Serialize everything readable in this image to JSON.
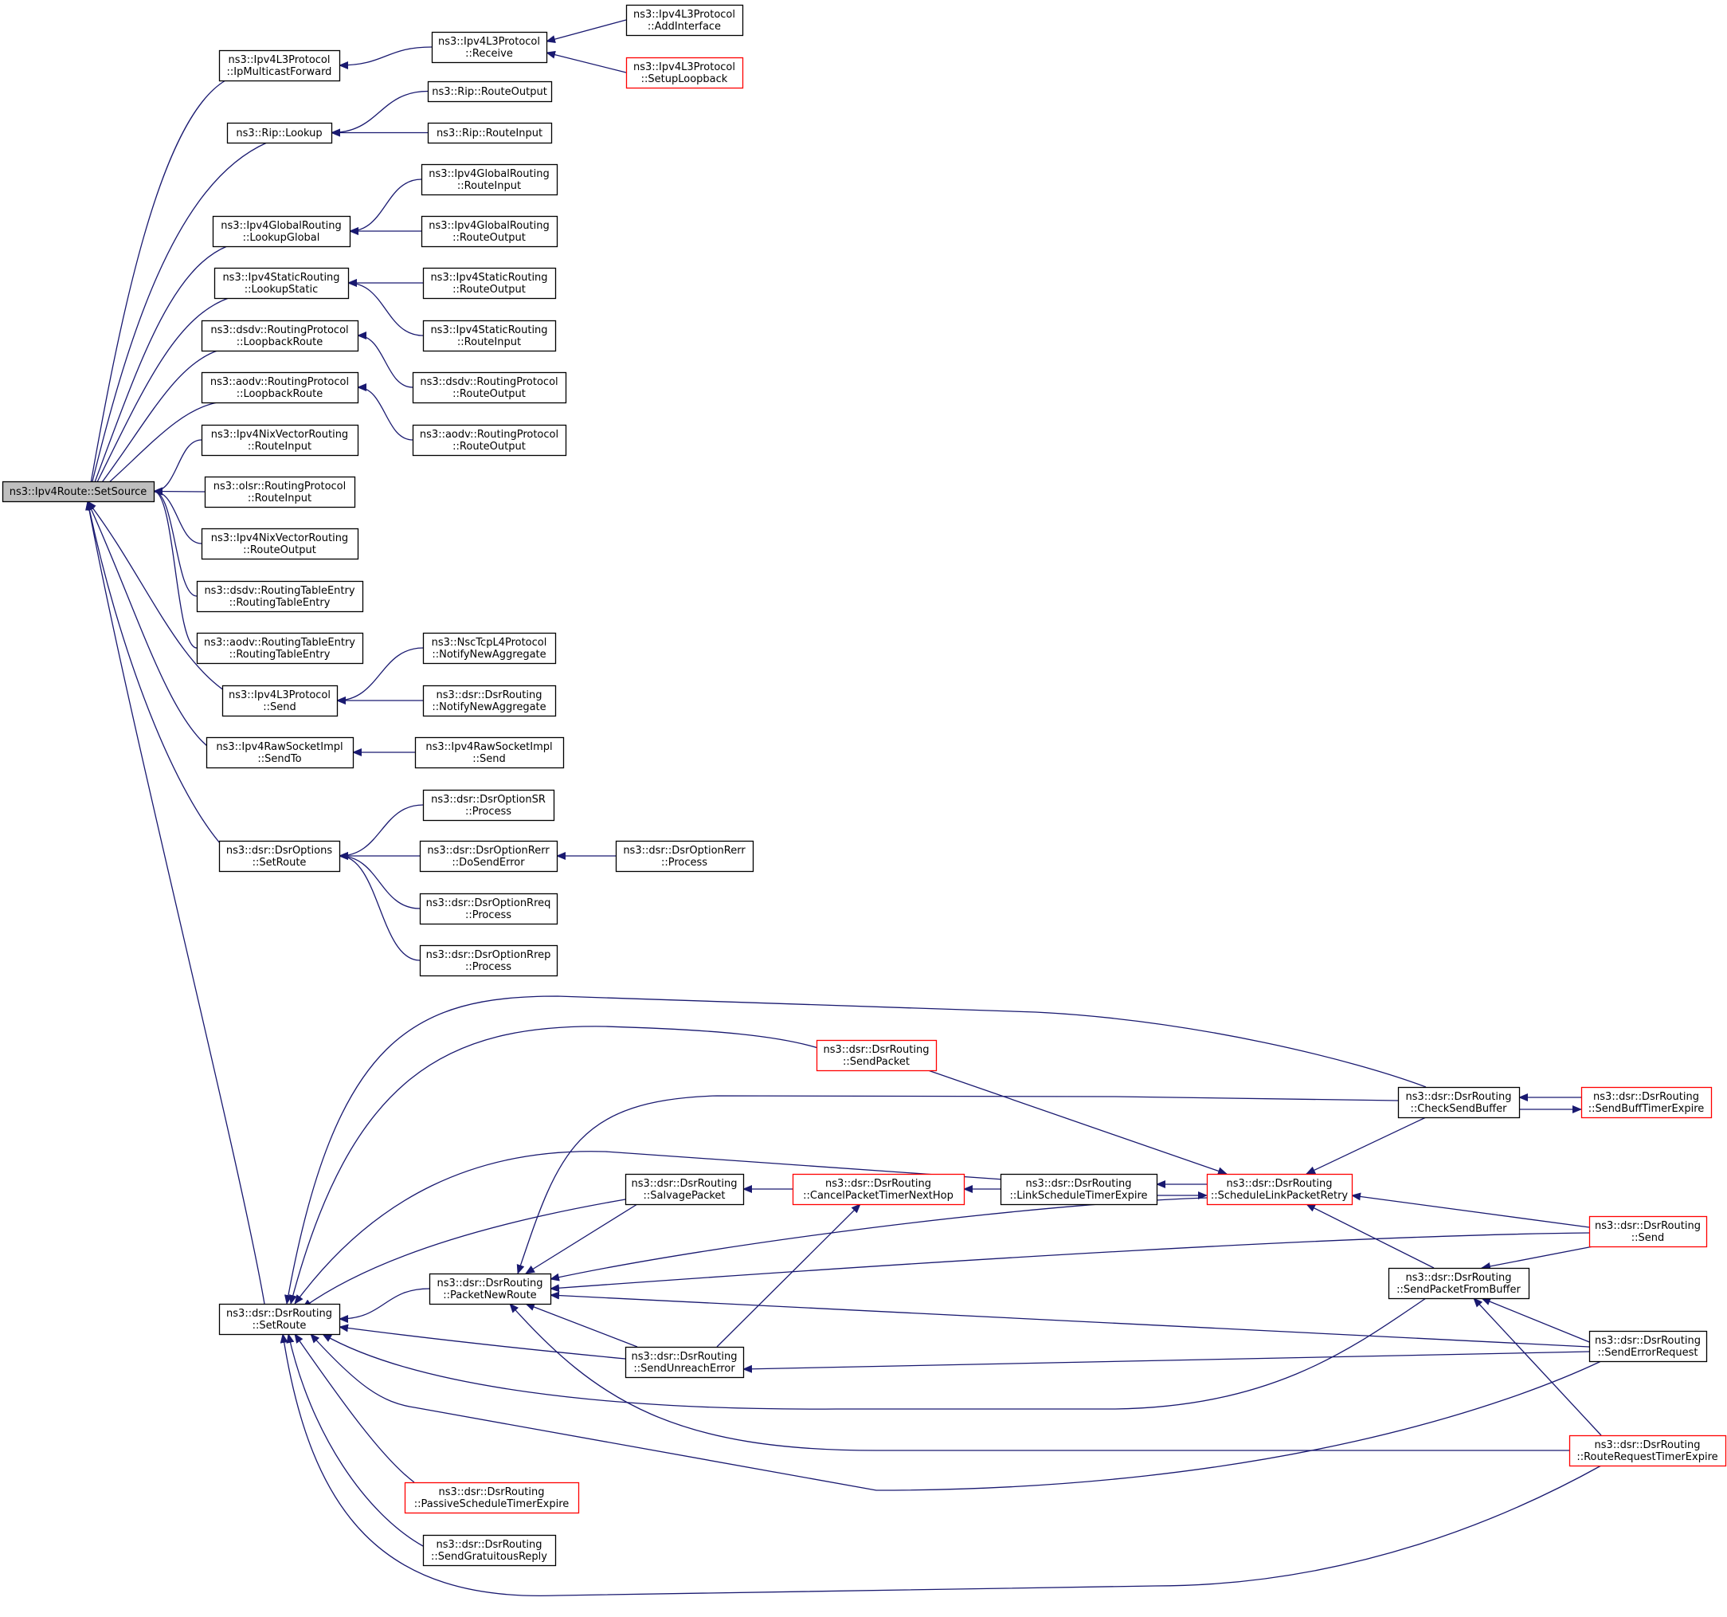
{
  "colors": {
    "edge": "#191970",
    "node_border": "#000000",
    "node_border_truncated": "#ff0000",
    "node_fill": "#ffffff",
    "root_fill": "#bfbfbf",
    "text": "#000000"
  },
  "nodes": [
    {
      "id": "root",
      "lines": [
        "ns3::Ipv4Route::SetSource"
      ],
      "kind": "root"
    },
    {
      "id": "ipmf",
      "lines": [
        "ns3::Ipv4L3Protocol",
        "::IpMulticastForward"
      ],
      "kind": "normal"
    },
    {
      "id": "l3recv",
      "lines": [
        "ns3::Ipv4L3Protocol",
        "::Receive"
      ],
      "kind": "normal"
    },
    {
      "id": "addif",
      "lines": [
        "ns3::Ipv4L3Protocol",
        "::AddInterface"
      ],
      "kind": "normal"
    },
    {
      "id": "setuplb",
      "lines": [
        "ns3::Ipv4L3Protocol",
        "::SetupLoopback"
      ],
      "kind": "truncated"
    },
    {
      "id": "riplookup",
      "lines": [
        "ns3::Rip::Lookup"
      ],
      "kind": "normal"
    },
    {
      "id": "ripout",
      "lines": [
        "ns3::Rip::RouteOutput"
      ],
      "kind": "normal"
    },
    {
      "id": "ripin",
      "lines": [
        "ns3::Rip::RouteInput"
      ],
      "kind": "normal"
    },
    {
      "id": "glookup",
      "lines": [
        "ns3::Ipv4GlobalRouting",
        "::LookupGlobal"
      ],
      "kind": "normal"
    },
    {
      "id": "gin",
      "lines": [
        "ns3::Ipv4GlobalRouting",
        "::RouteInput"
      ],
      "kind": "normal"
    },
    {
      "id": "gout",
      "lines": [
        "ns3::Ipv4GlobalRouting",
        "::RouteOutput"
      ],
      "kind": "normal"
    },
    {
      "id": "slookup",
      "lines": [
        "ns3::Ipv4StaticRouting",
        "::LookupStatic"
      ],
      "kind": "normal"
    },
    {
      "id": "sout",
      "lines": [
        "ns3::Ipv4StaticRouting",
        "::RouteOutput"
      ],
      "kind": "normal"
    },
    {
      "id": "sin",
      "lines": [
        "ns3::Ipv4StaticRouting",
        "::RouteInput"
      ],
      "kind": "normal"
    },
    {
      "id": "dsdvlb",
      "lines": [
        "ns3::dsdv::RoutingProtocol",
        "::LoopbackRoute"
      ],
      "kind": "normal"
    },
    {
      "id": "dsdvout",
      "lines": [
        "ns3::dsdv::RoutingProtocol",
        "::RouteOutput"
      ],
      "kind": "normal"
    },
    {
      "id": "aodvlb",
      "lines": [
        "ns3::aodv::RoutingProtocol",
        "::LoopbackRoute"
      ],
      "kind": "normal"
    },
    {
      "id": "aodvout",
      "lines": [
        "ns3::aodv::RoutingProtocol",
        "::RouteOutput"
      ],
      "kind": "normal"
    },
    {
      "id": "nixin",
      "lines": [
        "ns3::Ipv4NixVectorRouting",
        "::RouteInput"
      ],
      "kind": "normal"
    },
    {
      "id": "olsrin",
      "lines": [
        "ns3::olsr::RoutingProtocol",
        "::RouteInput"
      ],
      "kind": "normal"
    },
    {
      "id": "nixout",
      "lines": [
        "ns3::Ipv4NixVectorRouting",
        "::RouteOutput"
      ],
      "kind": "normal"
    },
    {
      "id": "dsdvrte",
      "lines": [
        "ns3::dsdv::RoutingTableEntry",
        "::RoutingTableEntry"
      ],
      "kind": "normal"
    },
    {
      "id": "aodvrte",
      "lines": [
        "ns3::aodv::RoutingTableEntry",
        "::RoutingTableEntry"
      ],
      "kind": "normal"
    },
    {
      "id": "l3send",
      "lines": [
        "ns3::Ipv4L3Protocol",
        "::Send"
      ],
      "kind": "normal"
    },
    {
      "id": "nscagg",
      "lines": [
        "ns3::NscTcpL4Protocol",
        "::NotifyNewAggregate"
      ],
      "kind": "normal"
    },
    {
      "id": "dsragg",
      "lines": [
        "ns3::dsr::DsrRouting",
        "::NotifyNewAggregate"
      ],
      "kind": "normal"
    },
    {
      "id": "rawsendto",
      "lines": [
        "ns3::Ipv4RawSocketImpl",
        "::SendTo"
      ],
      "kind": "normal"
    },
    {
      "id": "rawsend",
      "lines": [
        "ns3::Ipv4RawSocketImpl",
        "::Send"
      ],
      "kind": "normal"
    },
    {
      "id": "optsetroute",
      "lines": [
        "ns3::dsr::DsrOptions",
        "::SetRoute"
      ],
      "kind": "normal"
    },
    {
      "id": "srproc",
      "lines": [
        "ns3::dsr::DsrOptionSR",
        "::Process"
      ],
      "kind": "normal"
    },
    {
      "id": "rerrsend",
      "lines": [
        "ns3::dsr::DsrOptionRerr",
        "::DoSendError"
      ],
      "kind": "normal"
    },
    {
      "id": "rerrproc",
      "lines": [
        "ns3::dsr::DsrOptionRerr",
        "::Process"
      ],
      "kind": "normal"
    },
    {
      "id": "rreqproc",
      "lines": [
        "ns3::dsr::DsrOptionRreq",
        "::Process"
      ],
      "kind": "normal"
    },
    {
      "id": "rrepproc",
      "lines": [
        "ns3::dsr::DsrOptionRrep",
        "::Process"
      ],
      "kind": "normal"
    },
    {
      "id": "rtsetroute",
      "lines": [
        "ns3::dsr::DsrRouting",
        "::SetRoute"
      ],
      "kind": "normal"
    },
    {
      "id": "sendpacket",
      "lines": [
        "ns3::dsr::DsrRouting",
        "::SendPacket"
      ],
      "kind": "truncated"
    },
    {
      "id": "checksendbuf",
      "lines": [
        "ns3::dsr::DsrRouting",
        "::CheckSendBuffer"
      ],
      "kind": "normal"
    },
    {
      "id": "sendbuffexp",
      "lines": [
        "ns3::dsr::DsrRouting",
        "::SendBuffTimerExpire"
      ],
      "kind": "truncated"
    },
    {
      "id": "salvage",
      "lines": [
        "ns3::dsr::DsrRouting",
        "::SalvagePacket"
      ],
      "kind": "normal"
    },
    {
      "id": "cancelnext",
      "lines": [
        "ns3::dsr::DsrRouting",
        "::CancelPacketTimerNextHop"
      ],
      "kind": "truncated"
    },
    {
      "id": "linksched",
      "lines": [
        "ns3::dsr::DsrRouting",
        "::LinkScheduleTimerExpire"
      ],
      "kind": "normal"
    },
    {
      "id": "schedretry",
      "lines": [
        "ns3::dsr::DsrRouting",
        "::ScheduleLinkPacketRetry"
      ],
      "kind": "truncated"
    },
    {
      "id": "dsrsend",
      "lines": [
        "ns3::dsr::DsrRouting",
        "::Send"
      ],
      "kind": "truncated"
    },
    {
      "id": "pktnewroute",
      "lines": [
        "ns3::dsr::DsrRouting",
        "::PacketNewRoute"
      ],
      "kind": "normal"
    },
    {
      "id": "sendfrombuf",
      "lines": [
        "ns3::dsr::DsrRouting",
        "::SendPacketFromBuffer"
      ],
      "kind": "normal"
    },
    {
      "id": "senderrreq",
      "lines": [
        "ns3::dsr::DsrRouting",
        "::SendErrorRequest"
      ],
      "kind": "normal"
    },
    {
      "id": "unreacherr",
      "lines": [
        "ns3::dsr::DsrRouting",
        "::SendUnreachError"
      ],
      "kind": "normal"
    },
    {
      "id": "rreqexp",
      "lines": [
        "ns3::dsr::DsrRouting",
        "::RouteRequestTimerExpire"
      ],
      "kind": "truncated"
    },
    {
      "id": "passive",
      "lines": [
        "ns3::dsr::DsrRouting",
        "::PassiveScheduleTimerExpire"
      ],
      "kind": "truncated"
    },
    {
      "id": "gratuitous",
      "lines": [
        "ns3::dsr::DsrRouting",
        "::SendGratuitousReply"
      ],
      "kind": "normal"
    }
  ],
  "edges": [
    {
      "from": "root",
      "to": "ipmf"
    },
    {
      "from": "root",
      "to": "riplookup"
    },
    {
      "from": "root",
      "to": "glookup"
    },
    {
      "from": "root",
      "to": "slookup"
    },
    {
      "from": "root",
      "to": "dsdvlb"
    },
    {
      "from": "root",
      "to": "aodvlb"
    },
    {
      "from": "root",
      "to": "nixin"
    },
    {
      "from": "root",
      "to": "olsrin"
    },
    {
      "from": "root",
      "to": "nixout"
    },
    {
      "from": "root",
      "to": "dsdvrte"
    },
    {
      "from": "root",
      "to": "aodvrte"
    },
    {
      "from": "root",
      "to": "l3send"
    },
    {
      "from": "root",
      "to": "rawsendto"
    },
    {
      "from": "root",
      "to": "optsetroute"
    },
    {
      "from": "root",
      "to": "rtsetroute"
    },
    {
      "from": "ipmf",
      "to": "l3recv"
    },
    {
      "from": "l3recv",
      "to": "addif"
    },
    {
      "from": "l3recv",
      "to": "setuplb"
    },
    {
      "from": "riplookup",
      "to": "ripout"
    },
    {
      "from": "riplookup",
      "to": "ripin"
    },
    {
      "from": "glookup",
      "to": "gin"
    },
    {
      "from": "glookup",
      "to": "gout"
    },
    {
      "from": "slookup",
      "to": "sout"
    },
    {
      "from": "slookup",
      "to": "sin"
    },
    {
      "from": "dsdvlb",
      "to": "dsdvout"
    },
    {
      "from": "aodvlb",
      "to": "aodvout"
    },
    {
      "from": "l3send",
      "to": "nscagg"
    },
    {
      "from": "l3send",
      "to": "dsragg"
    },
    {
      "from": "rawsendto",
      "to": "rawsend"
    },
    {
      "from": "optsetroute",
      "to": "srproc"
    },
    {
      "from": "optsetroute",
      "to": "rerrsend"
    },
    {
      "from": "optsetroute",
      "to": "rreqproc"
    },
    {
      "from": "optsetroute",
      "to": "rrepproc"
    },
    {
      "from": "rerrsend",
      "to": "rerrproc"
    },
    {
      "from": "rtsetroute",
      "to": "checksendbuf"
    },
    {
      "from": "rtsetroute",
      "to": "sendpacket"
    },
    {
      "from": "rtsetroute",
      "to": "linksched"
    },
    {
      "from": "rtsetroute",
      "to": "salvage"
    },
    {
      "from": "rtsetroute",
      "to": "pktnewroute"
    },
    {
      "from": "rtsetroute",
      "to": "unreacherr"
    },
    {
      "from": "rtsetroute",
      "to": "sendfrombuf"
    },
    {
      "from": "rtsetroute",
      "to": "senderrreq"
    },
    {
      "from": "rtsetroute",
      "to": "passive"
    },
    {
      "from": "rtsetroute",
      "to": "gratuitous"
    },
    {
      "from": "rtsetroute",
      "to": "rreqexp"
    },
    {
      "from": "pktnewroute",
      "to": "salvage"
    },
    {
      "from": "pktnewroute",
      "to": "checksendbuf"
    },
    {
      "from": "pktnewroute",
      "to": "schedretry"
    },
    {
      "from": "pktnewroute",
      "to": "dsrsend"
    },
    {
      "from": "pktnewroute",
      "to": "senderrreq"
    },
    {
      "from": "pktnewroute",
      "to": "unreacherr"
    },
    {
      "from": "pktnewroute",
      "to": "rreqexp"
    },
    {
      "from": "salvage",
      "to": "cancelnext"
    },
    {
      "from": "cancelnext",
      "to": "linksched"
    },
    {
      "from": "cancelnext",
      "to": "unreacherr"
    },
    {
      "from": "linksched",
      "to": "schedretry"
    },
    {
      "from": "schedretry",
      "to": "linksched"
    },
    {
      "from": "schedretry",
      "to": "sendpacket"
    },
    {
      "from": "schedretry",
      "to": "checksendbuf"
    },
    {
      "from": "schedretry",
      "to": "dsrsend"
    },
    {
      "from": "schedretry",
      "to": "sendfrombuf"
    },
    {
      "from": "checksendbuf",
      "to": "sendbuffexp"
    },
    {
      "from": "sendbuffexp",
      "to": "checksendbuf"
    },
    {
      "from": "sendfrombuf",
      "to": "dsrsend"
    },
    {
      "from": "sendfrombuf",
      "to": "senderrreq"
    },
    {
      "from": "sendfrombuf",
      "to": "rreqexp"
    },
    {
      "from": "unreacherr",
      "to": "senderrreq"
    }
  ]
}
